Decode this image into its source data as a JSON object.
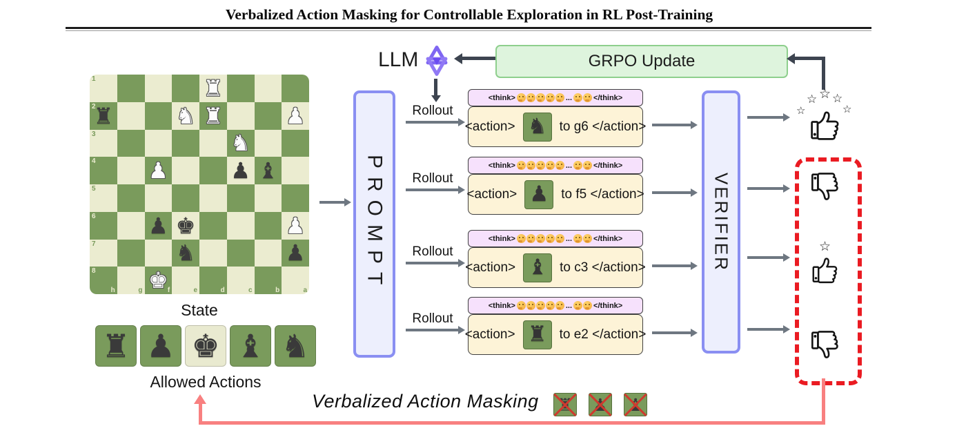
{
  "title": "Verbalized Action Masking for Controllable Exploration in RL Post-Training",
  "board": {
    "label": "State",
    "ranks": [
      "1",
      "2",
      "3",
      "4",
      "5",
      "6",
      "7",
      "8"
    ],
    "files": [
      "h",
      "g",
      "f",
      "e",
      "d",
      "c",
      "b",
      "a"
    ],
    "pieces": [
      {
        "row": 1,
        "col": 5,
        "piece": "rook",
        "side": "white"
      },
      {
        "row": 2,
        "col": 1,
        "piece": "rook",
        "side": "black"
      },
      {
        "row": 2,
        "col": 4,
        "piece": "knight",
        "side": "white"
      },
      {
        "row": 2,
        "col": 5,
        "piece": "rook",
        "side": "white"
      },
      {
        "row": 2,
        "col": 8,
        "piece": "pawn",
        "side": "white"
      },
      {
        "row": 3,
        "col": 6,
        "piece": "knight",
        "side": "white"
      },
      {
        "row": 4,
        "col": 3,
        "piece": "pawn",
        "side": "white"
      },
      {
        "row": 4,
        "col": 6,
        "piece": "pawn",
        "side": "black"
      },
      {
        "row": 4,
        "col": 7,
        "piece": "bishop",
        "side": "black"
      },
      {
        "row": 6,
        "col": 3,
        "piece": "pawn",
        "side": "black"
      },
      {
        "row": 6,
        "col": 4,
        "piece": "king",
        "side": "black"
      },
      {
        "row": 6,
        "col": 8,
        "piece": "pawn",
        "side": "white"
      },
      {
        "row": 7,
        "col": 4,
        "piece": "knight",
        "side": "black"
      },
      {
        "row": 7,
        "col": 8,
        "piece": "pawn",
        "side": "black"
      },
      {
        "row": 8,
        "col": 3,
        "piece": "king",
        "side": "white"
      }
    ]
  },
  "allowed_actions": {
    "label": "Allowed Actions",
    "pieces": [
      {
        "type": "rook",
        "bg": "green"
      },
      {
        "type": "pawn",
        "bg": "green"
      },
      {
        "type": "king",
        "bg": "cream"
      },
      {
        "type": "bishop",
        "bg": "green"
      },
      {
        "type": "knight",
        "bg": "green"
      }
    ]
  },
  "prompt_box": {
    "label": "PROMPT"
  },
  "llm": {
    "label": "LLM",
    "icon": "qwen-logo-icon"
  },
  "grpo": {
    "label": "GRPO Update"
  },
  "verifier_box": {
    "label": "VERIFIER"
  },
  "rollout_tags": {
    "think_open": "<think>",
    "think_close": "</think>",
    "action_open": "<action>",
    "action_close": "</action>",
    "ellipsis": "...",
    "think_emoji": "thinking-face-emoji",
    "think_emojis_before": 5,
    "think_emojis_after": 2
  },
  "rollouts": [
    {
      "label": "Rollout",
      "piece": "knight",
      "move": "to g6"
    },
    {
      "label": "Rollout",
      "piece": "pawn",
      "move": "to f5"
    },
    {
      "label": "Rollout",
      "piece": "bishop",
      "move": "to c3"
    },
    {
      "label": "Rollout",
      "piece": "rook",
      "move": "to e2"
    }
  ],
  "rewards": [
    {
      "icon": "thumbs-up-five-stars-icon",
      "direction": "up",
      "stars": 5,
      "masked": false
    },
    {
      "icon": "thumbs-down-icon",
      "direction": "down",
      "stars": 0,
      "masked": true
    },
    {
      "icon": "thumbs-up-one-star-icon",
      "direction": "up",
      "stars": 1,
      "masked": true
    },
    {
      "icon": "thumbs-down-icon",
      "direction": "down",
      "stars": 0,
      "masked": true
    }
  ],
  "masking": {
    "label": "Verbalized Action Masking",
    "masked_pieces": [
      "rook",
      "pawn",
      "bishop"
    ]
  },
  "colors": {
    "board_light": "#ebecd0",
    "board_dark": "#7a9b5c",
    "prompt_fill": "#edeffd",
    "prompt_border": "#8a8ff2",
    "grpo_fill": "#def4dd",
    "grpo_border": "#8ecf8d",
    "think_fill": "#f6e1fc",
    "action_fill": "#fdf3d7",
    "mask_red": "#ea1b22",
    "feedback_salmon": "#f88080",
    "dark_arrow": "#3d4450",
    "gray_arrow": "#6e7781"
  }
}
